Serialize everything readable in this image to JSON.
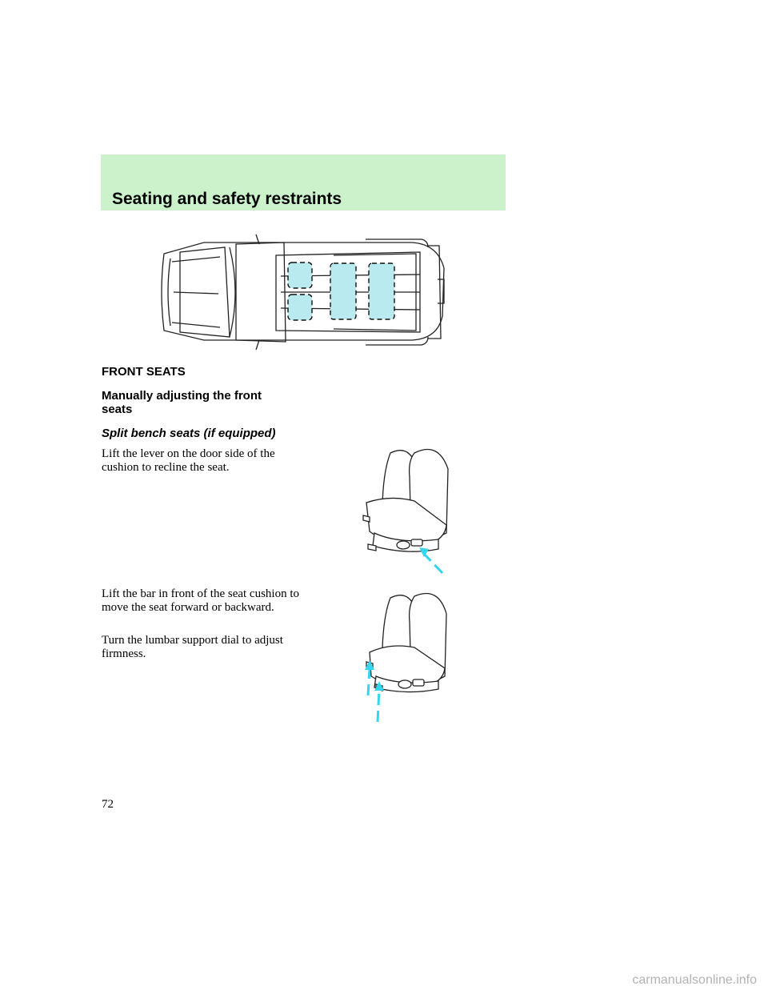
{
  "header": {
    "title": "Seating and safety restraints"
  },
  "sections": {
    "front_seats": "FRONT SEATS",
    "manual_adjust": "Manually adjusting the front seats",
    "split_bench": "Split bench seats (if equipped)"
  },
  "paragraphs": [
    "Lift the lever on the door side of the cushion to recline the seat.",
    "Lift the bar in front of the seat cushion to move the seat forward or backward.",
    "Turn the lumbar support dial to adjust firmness."
  ],
  "page_number": "72",
  "watermark": "carmanualsonline.info",
  "colors": {
    "header_band": "#ccf2cc",
    "highlight": "#b8eaf0",
    "arrow": "#33d6ee"
  }
}
